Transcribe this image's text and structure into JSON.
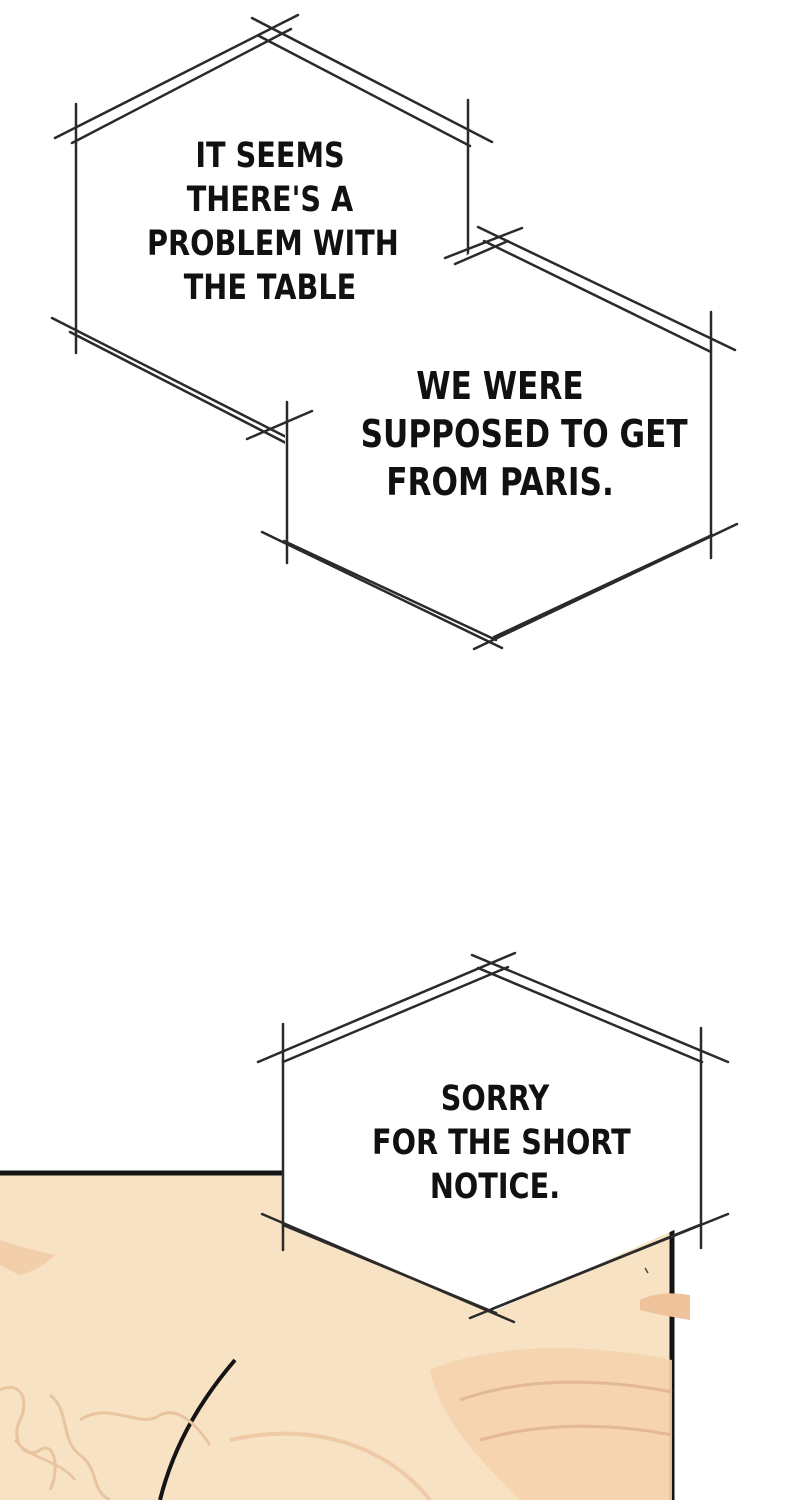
{
  "colors": {
    "background": "#ffffff",
    "bubble_outline": "#2a2a2a",
    "panel_fill": "#f8e2c4",
    "panel_border": "#141414",
    "text": "#111111"
  },
  "bubbles": [
    {
      "lines": [
        "IT SEEMS",
        "THERE'S A",
        "PROBLEM WITH",
        "THE TABLE"
      ]
    },
    {
      "lines": [
        "WE WERE",
        "SUPPOSED TO GET",
        "FROM PARIS."
      ]
    },
    {
      "lines": [
        "SORRY",
        "FOR THE SHORT",
        "NOTICE."
      ]
    }
  ]
}
